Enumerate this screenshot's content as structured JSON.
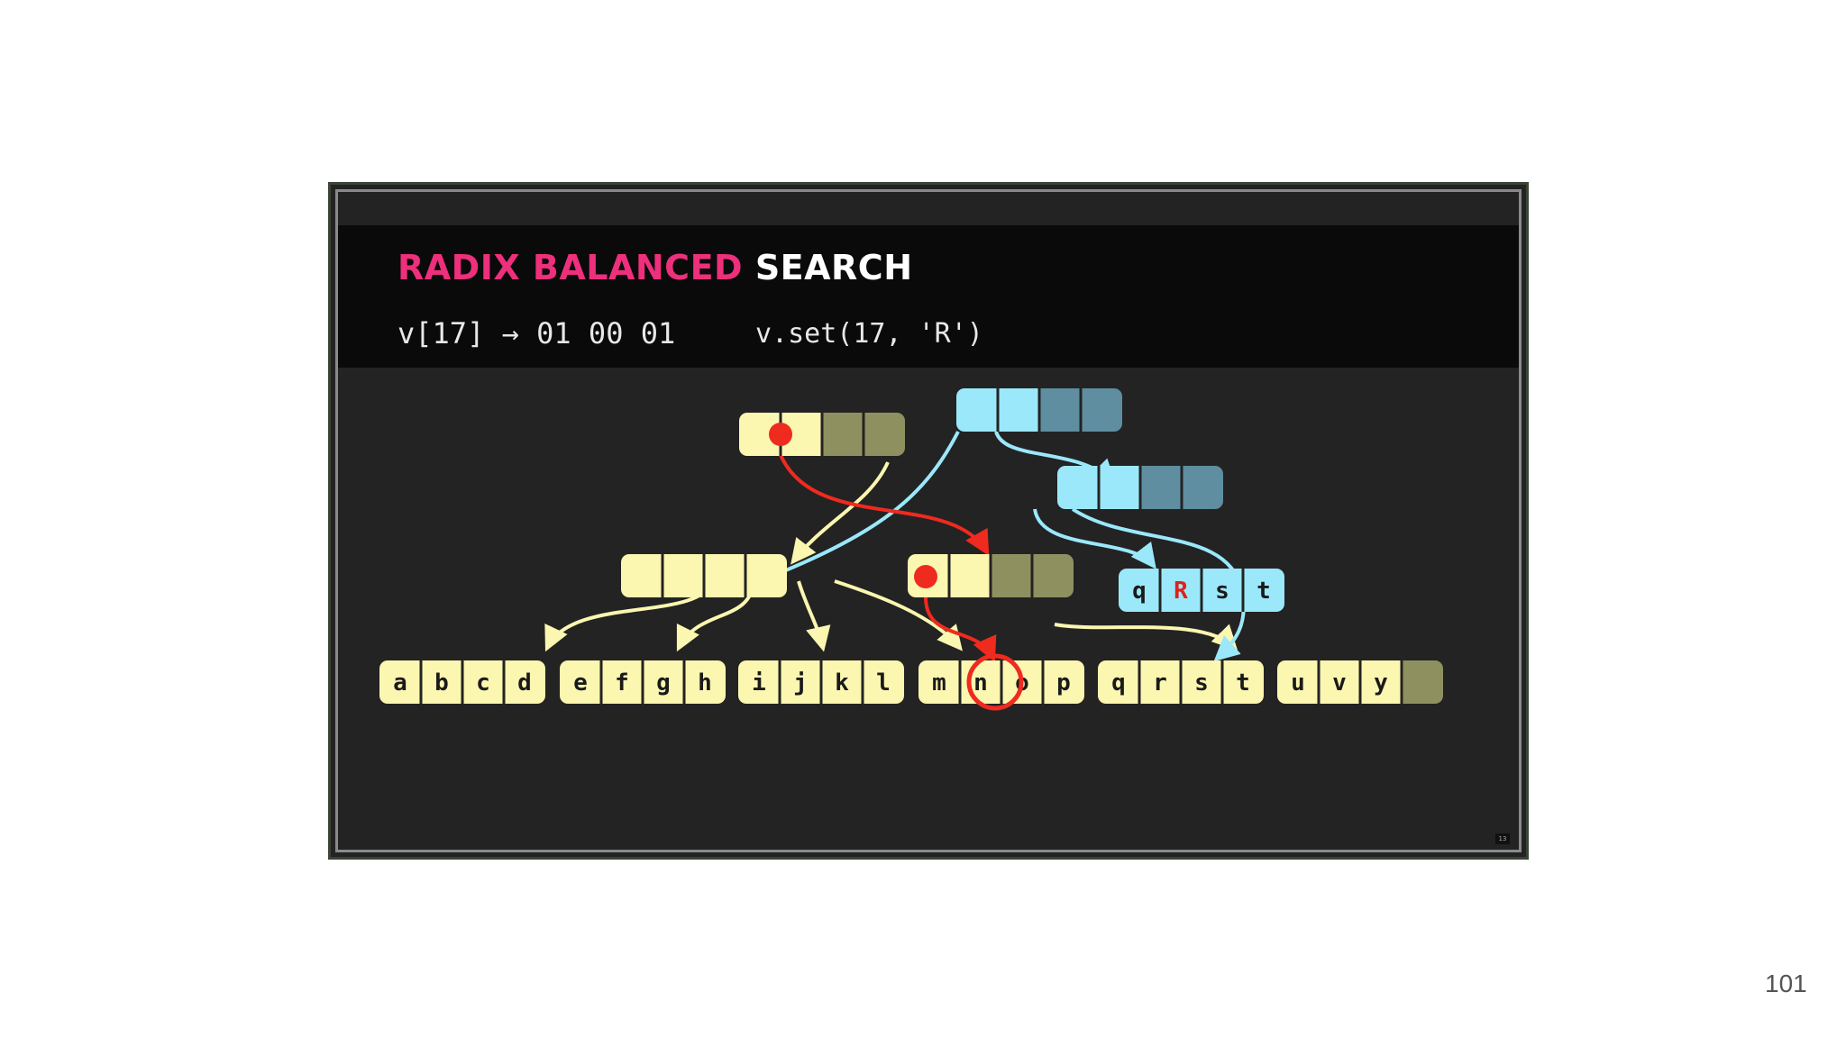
{
  "slide": {
    "title_accent": "RADIX BALANCED",
    "title_rest": "SEARCH",
    "index_expr": "v[17] → 01 00 01",
    "call_expr": "v.set(17, 'R')",
    "slide_number": "13"
  },
  "colors": {
    "background": "#232323",
    "header_band": "#0a0a0a",
    "title_accent": "#ee2f7c",
    "old_node": "#fbf6b0",
    "old_node_empty": "#8f9060",
    "new_node": "#9be8fb",
    "new_node_empty": "#5f8ea0",
    "search_path": "#ef2a1f",
    "replacement_letter": "#e0201a"
  },
  "tree": {
    "leaves": [
      {
        "letters": [
          "a",
          "b",
          "c",
          "d"
        ]
      },
      {
        "letters": [
          "e",
          "f",
          "g",
          "h"
        ]
      },
      {
        "letters": [
          "i",
          "j",
          "k",
          "l"
        ]
      },
      {
        "letters": [
          "m",
          "n",
          "o",
          "p"
        ]
      },
      {
        "letters": [
          "q",
          "r",
          "s",
          "t"
        ]
      },
      {
        "letters": [
          "u",
          "v",
          "y",
          ""
        ]
      }
    ],
    "new_leaf": {
      "letters": [
        "q",
        "R",
        "s",
        "t"
      ],
      "changed": "R"
    },
    "highlighted_letter": "r"
  },
  "page_number": "101"
}
